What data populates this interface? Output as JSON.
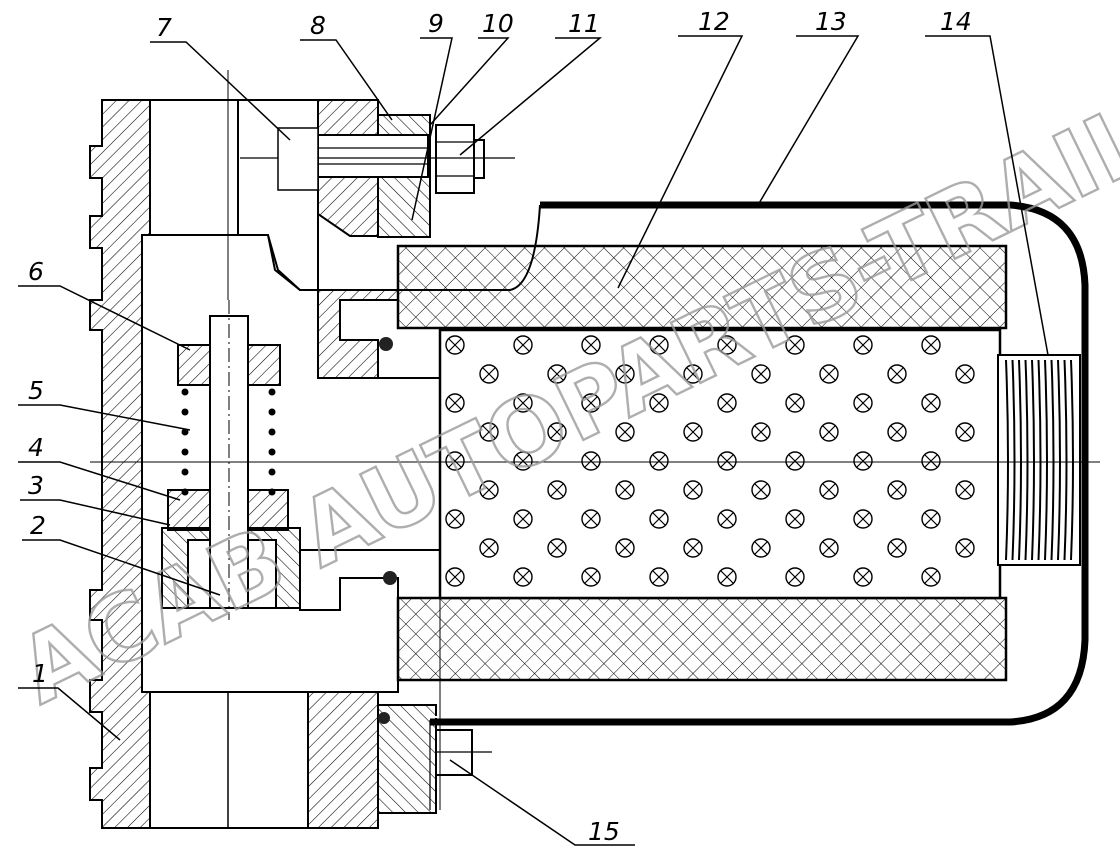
{
  "callouts": [
    "1",
    "2",
    "3",
    "4",
    "5",
    "6",
    "7",
    "8",
    "9",
    "10",
    "11",
    "12",
    "13",
    "14",
    "15"
  ],
  "watermark": "ACAB AUTOPARTS-TRAILER.RU"
}
